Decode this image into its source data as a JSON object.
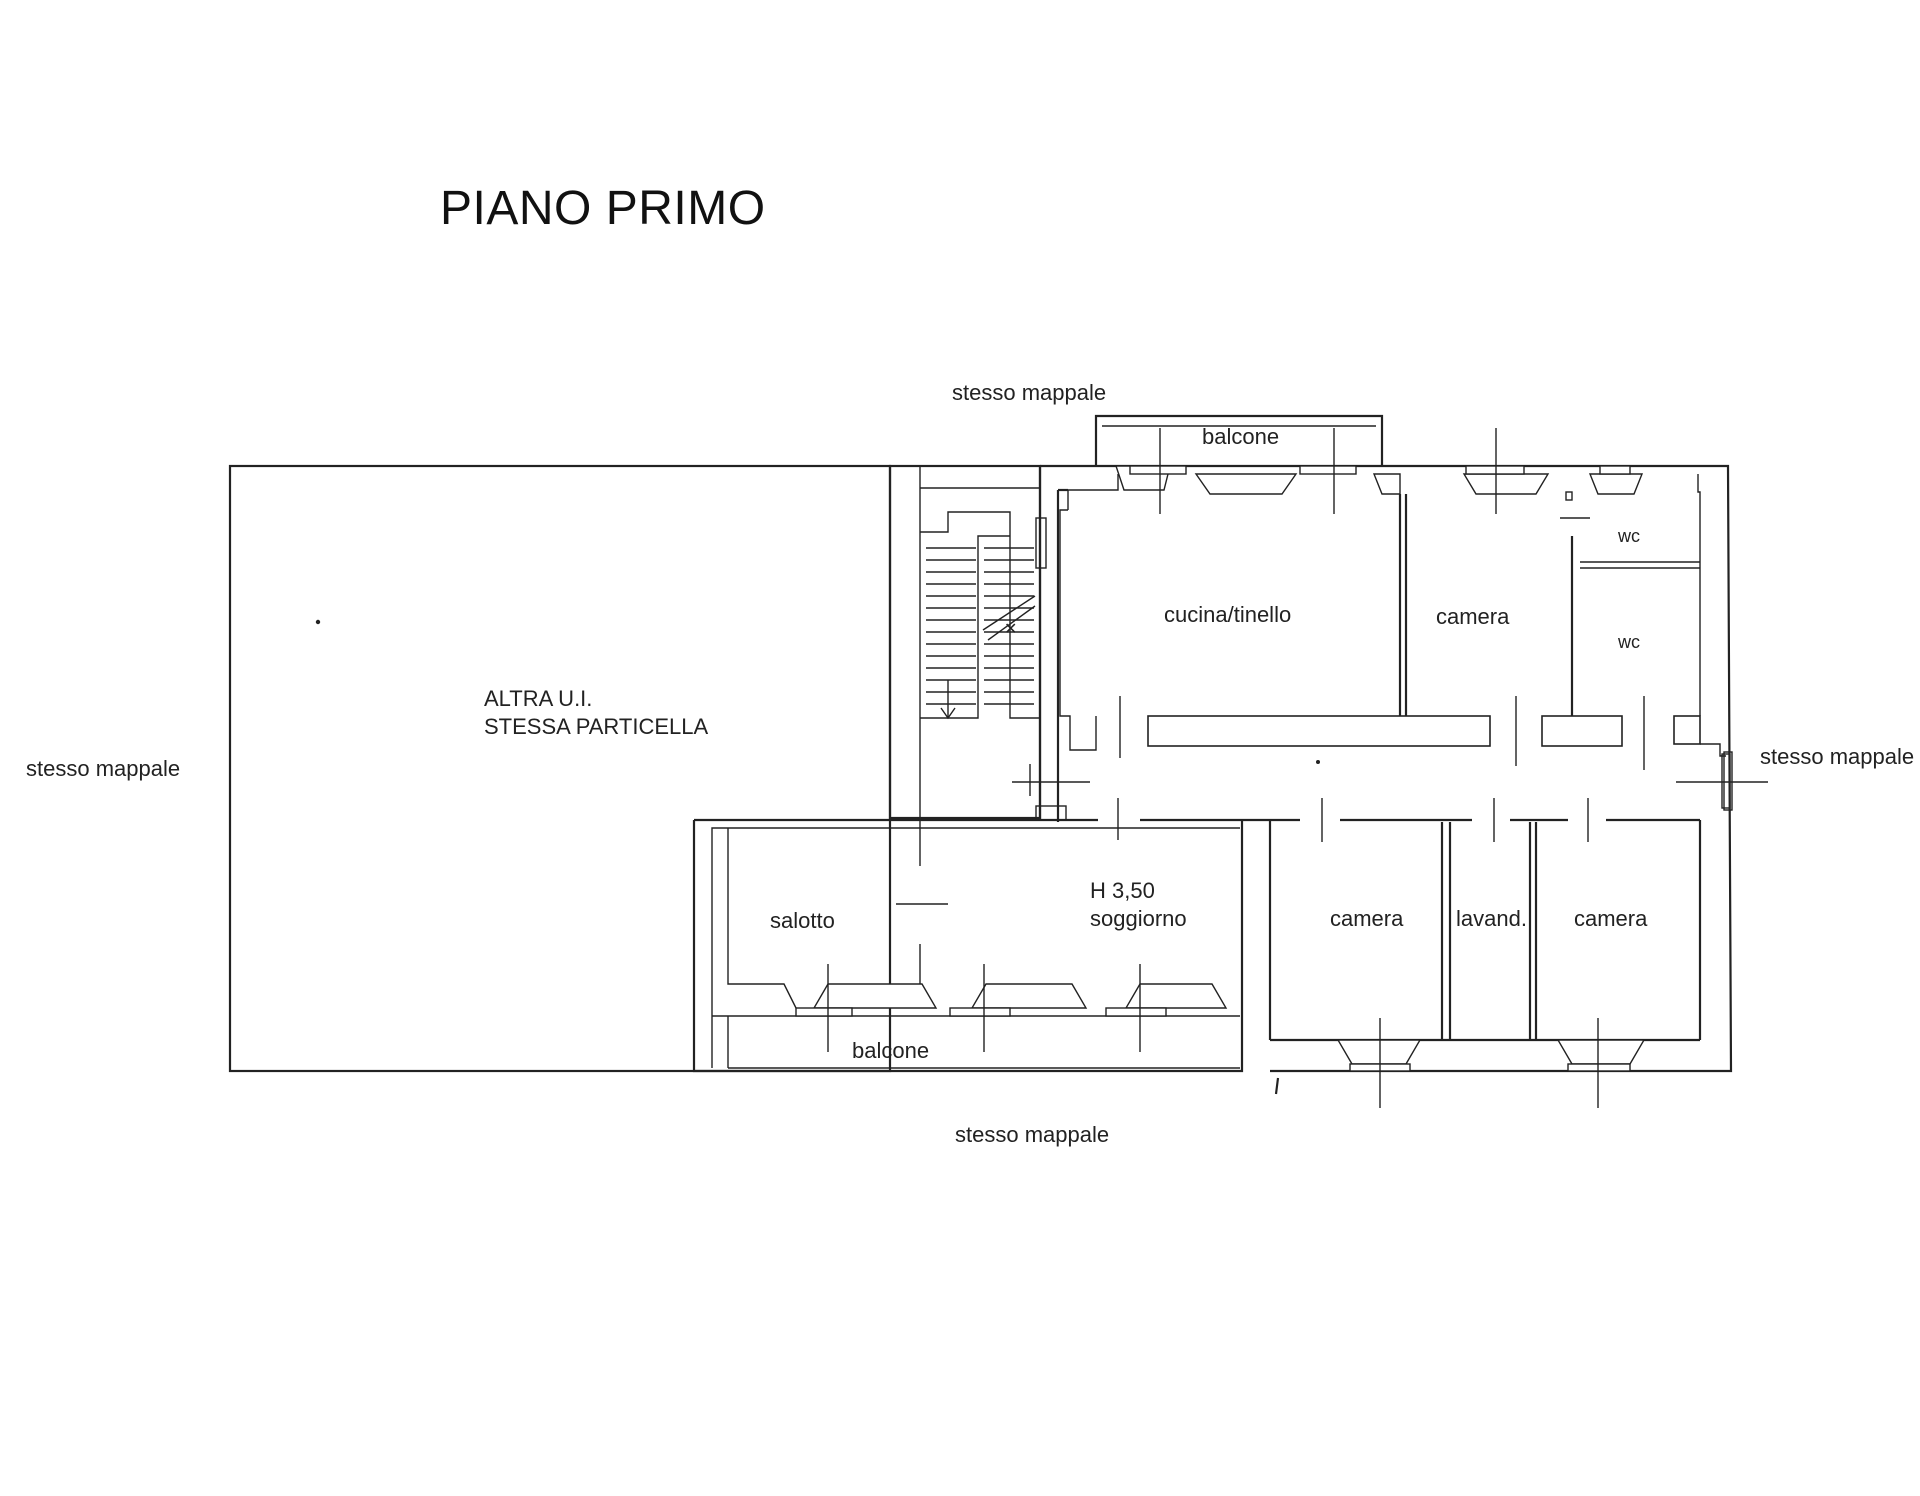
{
  "title": "PIANO PRIMO",
  "labels": {
    "stesso_mappale_top": "stesso mappale",
    "stesso_mappale_left": "stesso mappale",
    "stesso_mappale_right": "stesso mappale",
    "stesso_mappale_bottom": "stesso mappale",
    "balcone_top": "balcone",
    "balcone_bottom": "balcone",
    "altra_ui_line1": "ALTRA U.I.",
    "altra_ui_line2": "STESSA PARTICELLA",
    "cucina": "cucina/tinello",
    "camera_top": "camera",
    "wc_1": "wc",
    "wc_2": "wc",
    "height": "H 3,50",
    "soggiorno": "soggiorno",
    "salotto": "salotto",
    "camera_bottom_left": "camera",
    "lavand": "lavand.",
    "camera_bottom_right": "camera"
  }
}
